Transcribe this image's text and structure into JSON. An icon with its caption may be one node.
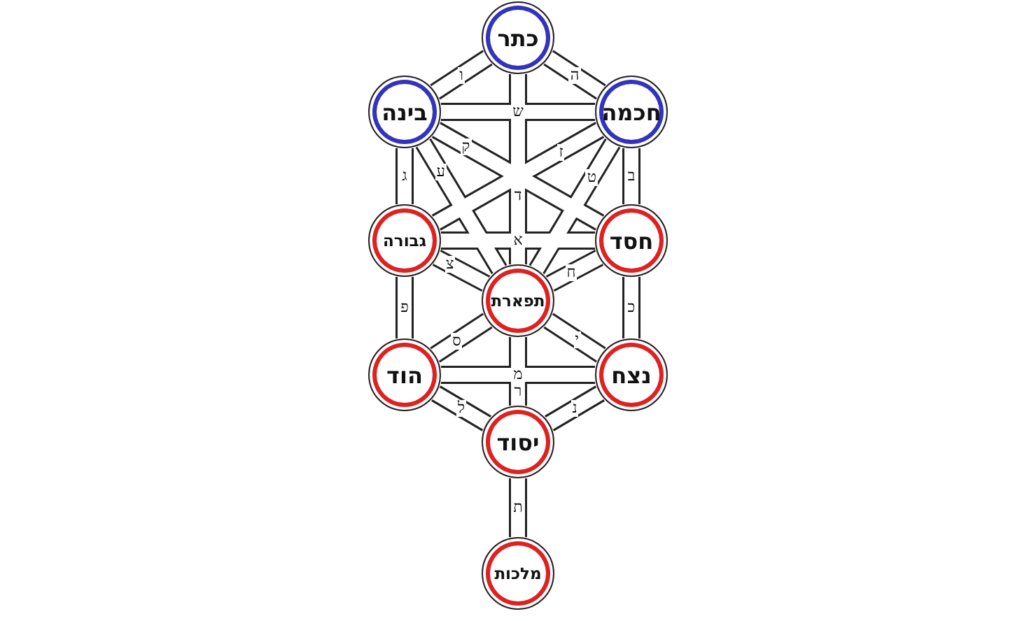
{
  "diagram": {
    "nodes": [
      {
        "text": [
          "כתר"
        ]
      },
      {
        "text": [
          "בינה"
        ]
      },
      {
        "text": [
          "חכמה"
        ]
      },
      {
        "text": [
          "גבורה"
        ]
      },
      {
        "text": [
          "חסד"
        ]
      },
      {
        "text": [
          "תפארת"
        ]
      },
      {
        "text": [
          "הוד"
        ]
      },
      {
        "text": [
          "נצח"
        ]
      },
      {
        "text": [
          "יסוד"
        ]
      },
      {
        "text": [
          "מלכות"
        ]
      }
    ],
    "edges": [
      {
        "from": 0,
        "to": 1,
        "arrow": "none",
        "label": "ו"
      },
      {
        "from": 0,
        "to": 2,
        "arrow": "none",
        "label": "ה"
      },
      {
        "from": 0,
        "to": 5,
        "arrow": "none",
        "label": "ד"
      },
      {
        "from": 1,
        "to": 2,
        "arrow": "none",
        "label": "ש"
      },
      {
        "from": 1,
        "to": 3,
        "arrow": "none",
        "label": "ג"
      },
      {
        "from": 2,
        "to": 4,
        "arrow": "none",
        "label": "ב"
      },
      {
        "from": 1,
        "to": 4,
        "arrow": "none",
        "label": "ק"
      },
      {
        "from": 1,
        "to": 5,
        "arrow": "none",
        "label": "ע"
      },
      {
        "from": 2,
        "to": 3,
        "arrow": "none",
        "label": "ז"
      },
      {
        "from": 2,
        "to": 5,
        "arrow": "none",
        "label": "ט"
      },
      {
        "from": 3,
        "to": 4,
        "arrow": "none",
        "label": "א"
      },
      {
        "from": 3,
        "to": 5,
        "arrow": "none",
        "label": "צ"
      },
      {
        "from": 4,
        "to": 5,
        "arrow": "none",
        "label": "ח"
      },
      {
        "from": 3,
        "to": 6,
        "arrow": "none",
        "label": "פ"
      },
      {
        "from": 4,
        "to": 7,
        "arrow": "none",
        "label": "כ"
      },
      {
        "from": 5,
        "to": 6,
        "arrow": "none",
        "label": "ס"
      },
      {
        "from": 5,
        "to": 7,
        "arrow": "none",
        "label": "י"
      },
      {
        "from": 6,
        "to": 7,
        "arrow": "none",
        "label": "מ"
      },
      {
        "from": 5,
        "to": 8,
        "arrow": "none",
        "label": "ר"
      },
      {
        "from": 6,
        "to": 8,
        "arrow": "none",
        "label": "ל"
      },
      {
        "from": 7,
        "to": 8,
        "arrow": "none",
        "label": "נ"
      },
      {
        "from": 8,
        "to": 9,
        "arrow": "none",
        "label": "ת"
      }
    ]
  }
}
